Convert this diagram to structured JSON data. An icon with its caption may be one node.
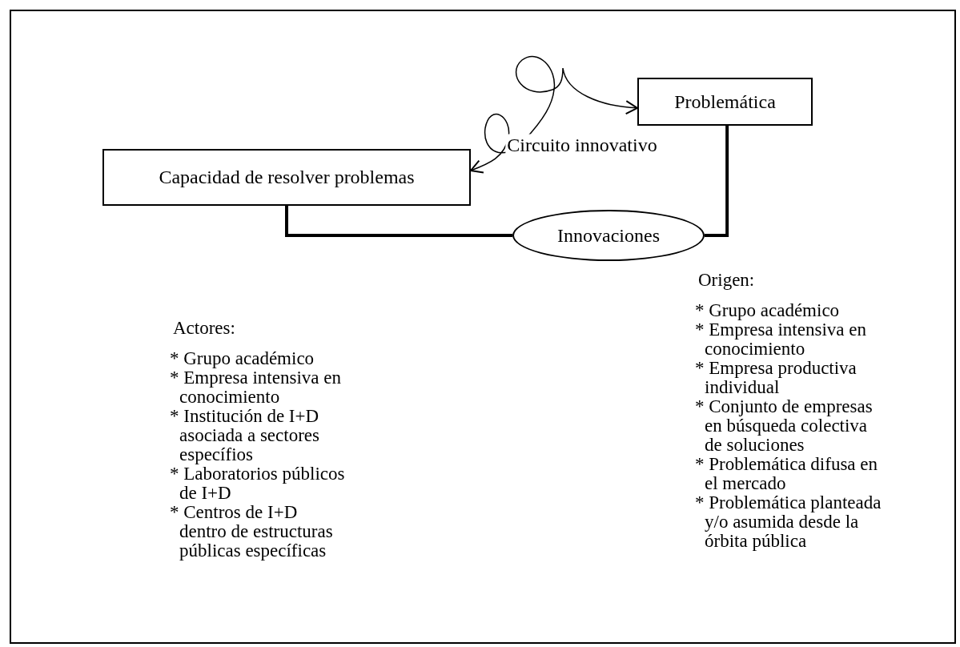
{
  "diagram": {
    "nodes": [
      {
        "text": [
          "Problemática"
        ]
      },
      {
        "text": [
          "Capacidad de resolver problemas"
        ]
      },
      {
        "text": [
          "Innovaciones"
        ]
      }
    ],
    "edges": [
      {
        "from": 1,
        "to": 0,
        "arrow": "both",
        "label": "Circuito innovativo"
      },
      {
        "from": 1,
        "to": 2,
        "arrow": "none"
      },
      {
        "from": 2,
        "to": 0,
        "arrow": "none"
      }
    ],
    "labels": [
      "Origen:",
      "* Grupo académico",
      "* Empresa intensiva en conocimiento",
      "* Empresa productiva individual",
      "* Conjunto de empresas en búsqueda colectiva de soluciones",
      "* Problemática difusa en el mercado",
      "* Problemática planteada y/o asumida desde la órbita pública",
      "Actores:",
      "* Grupo académico",
      "* Empresa intensiva en conocimiento",
      "* Institución de I+D asociada a sectores específios",
      "* Laboratorios públicos de I+D",
      "* Centros de I+D dentro de estructuras públicas específicas"
    ]
  }
}
